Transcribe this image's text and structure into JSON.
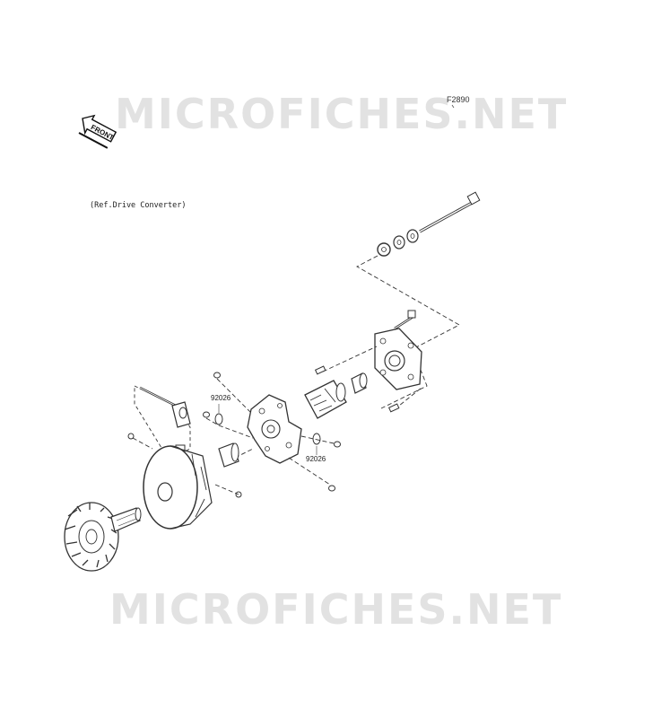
{
  "watermark": {
    "top": "MICROFICHES.NET",
    "bottom": "MICROFICHES.NET"
  },
  "figure_code": "F2890",
  "front_badge": "FRONT",
  "reference_note": "(Ref.Drive Converter)",
  "part_labels": [
    "92026",
    "92026"
  ]
}
